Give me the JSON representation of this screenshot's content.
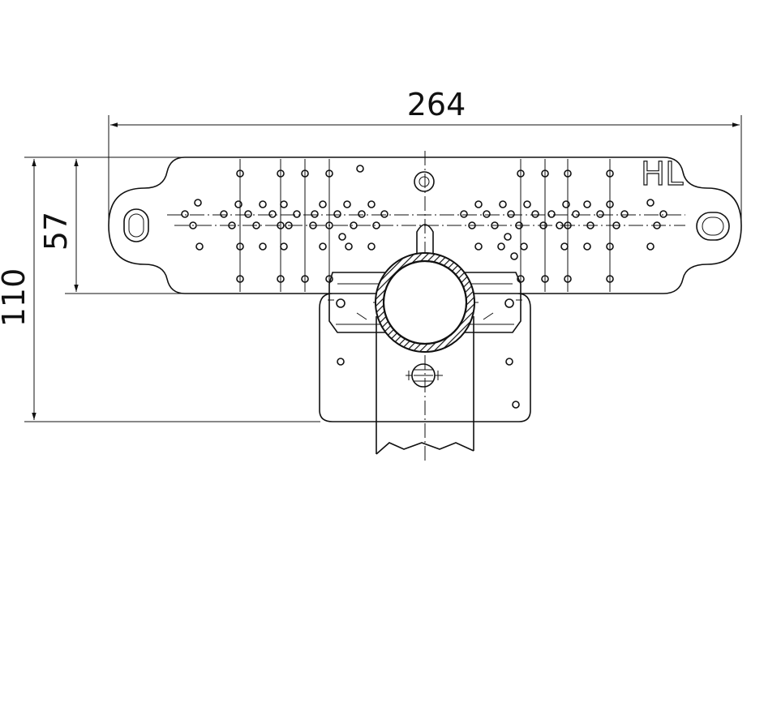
{
  "dimensions": {
    "width": "264",
    "plate_height": "57",
    "total_height": "110"
  },
  "logo": "HL"
}
